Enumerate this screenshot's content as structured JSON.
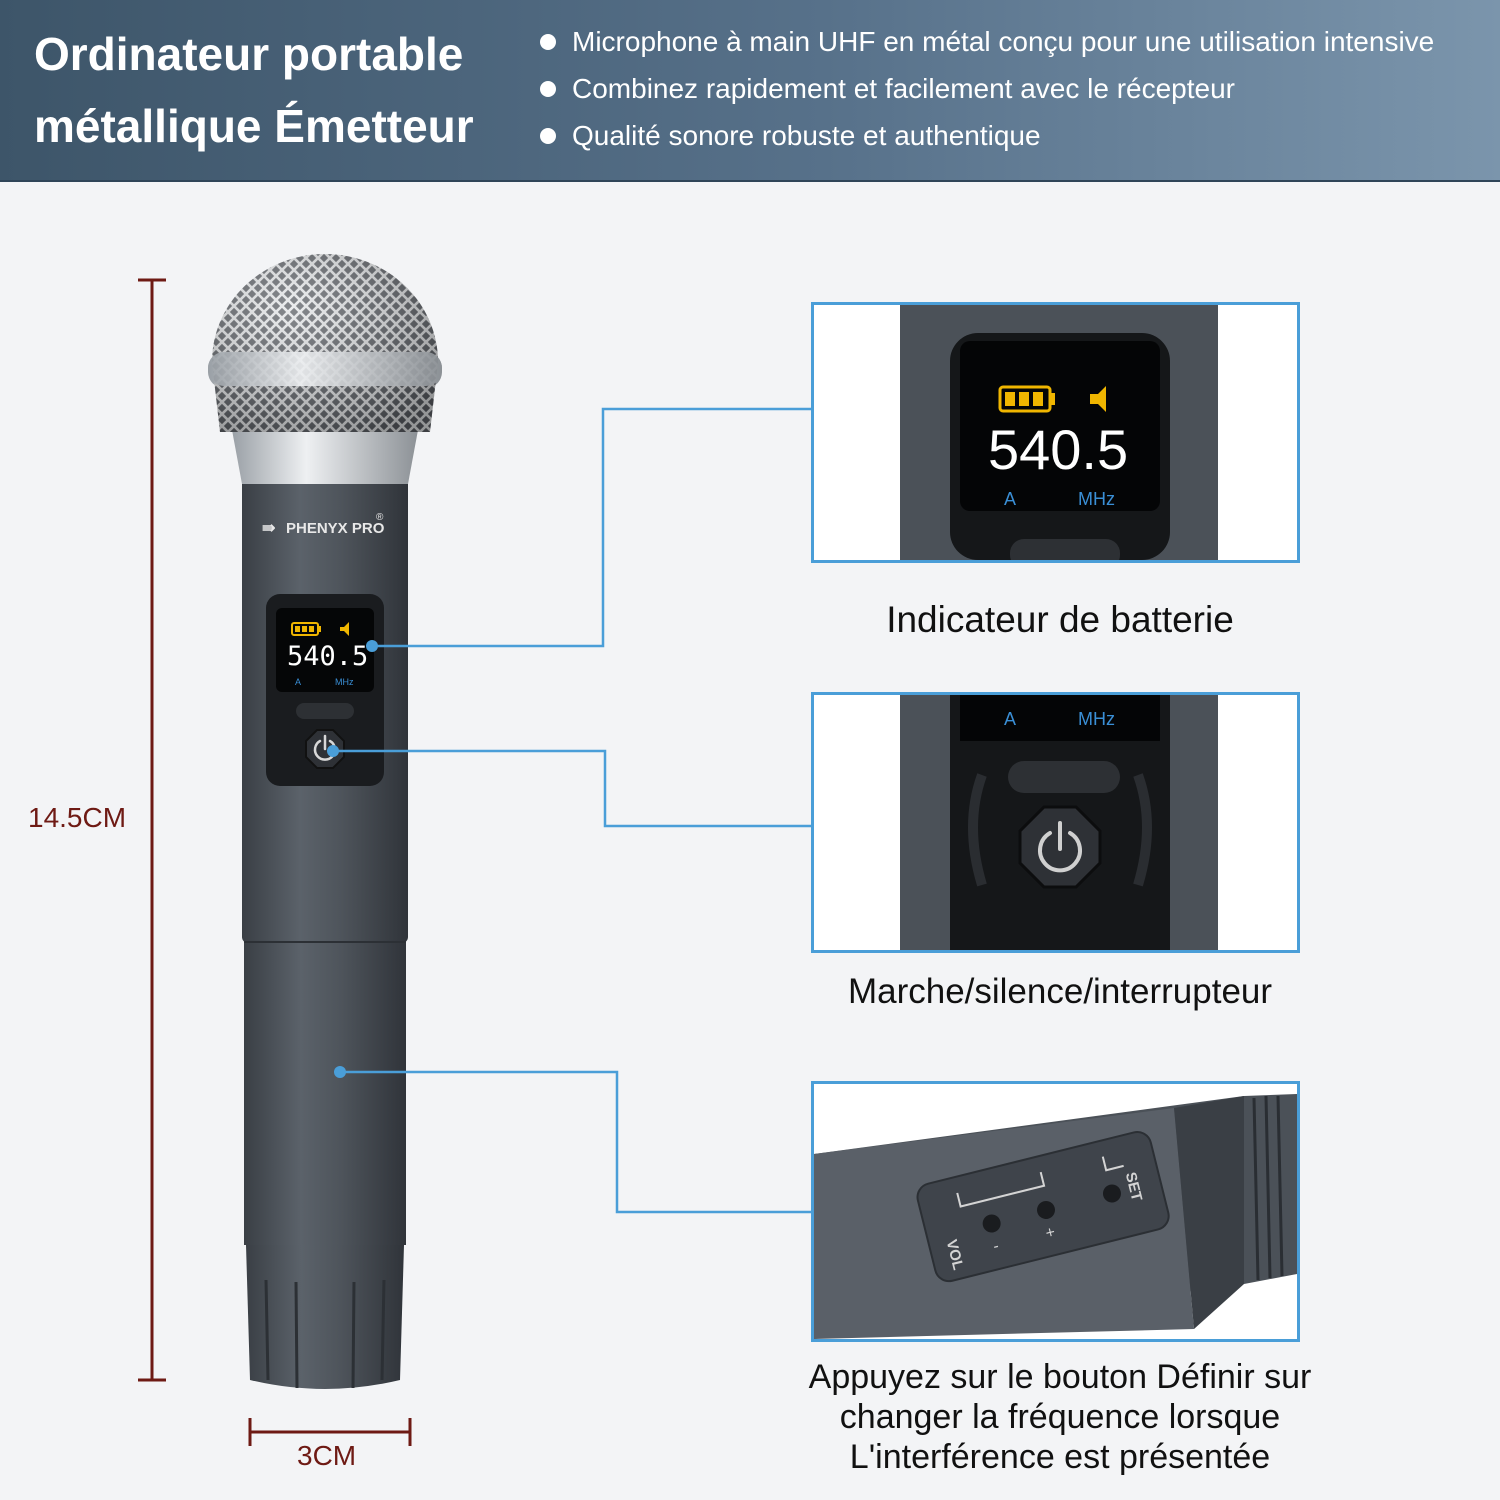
{
  "header": {
    "title_line1": "Ordinateur portable",
    "title_line2": "métallique Émetteur",
    "bullets": [
      "Microphone à main UHF en métal conçu pour une utilisation intensive",
      "Combinez rapidement et facilement avec le récepteur",
      "Qualité sonore robuste et authentique"
    ]
  },
  "dimensions": {
    "height": "14.5CM",
    "width": "3CM"
  },
  "microphone": {
    "brand": "PHENYX PRO",
    "registered": "®",
    "display": {
      "frequency": "540.5",
      "channel": "A",
      "unit": "MHz"
    }
  },
  "callouts": {
    "battery": {
      "caption": "Indicateur de batterie",
      "frequency": "540.5",
      "channel": "A",
      "unit": "MHz"
    },
    "power": {
      "caption": "Marche/silence/interrupteur",
      "channel": "A",
      "unit": "MHz"
    },
    "set": {
      "caption_lines": [
        "Appuyez sur le bouton Définir sur",
        "changer la fréquence lorsque",
        "L'interférence est présentée"
      ],
      "labels": {
        "set": "SET",
        "vol": "VOL",
        "minus": "-",
        "plus": "+"
      }
    }
  },
  "colors": {
    "header": "#4b6479",
    "accent_line": "#4a9ed8",
    "dimension_line": "#6e1a14",
    "body_metal": "#4f555c",
    "lcd_digits": "#ffffff",
    "lcd_labels": "#3a8fd6",
    "battery": "#f0b600"
  }
}
